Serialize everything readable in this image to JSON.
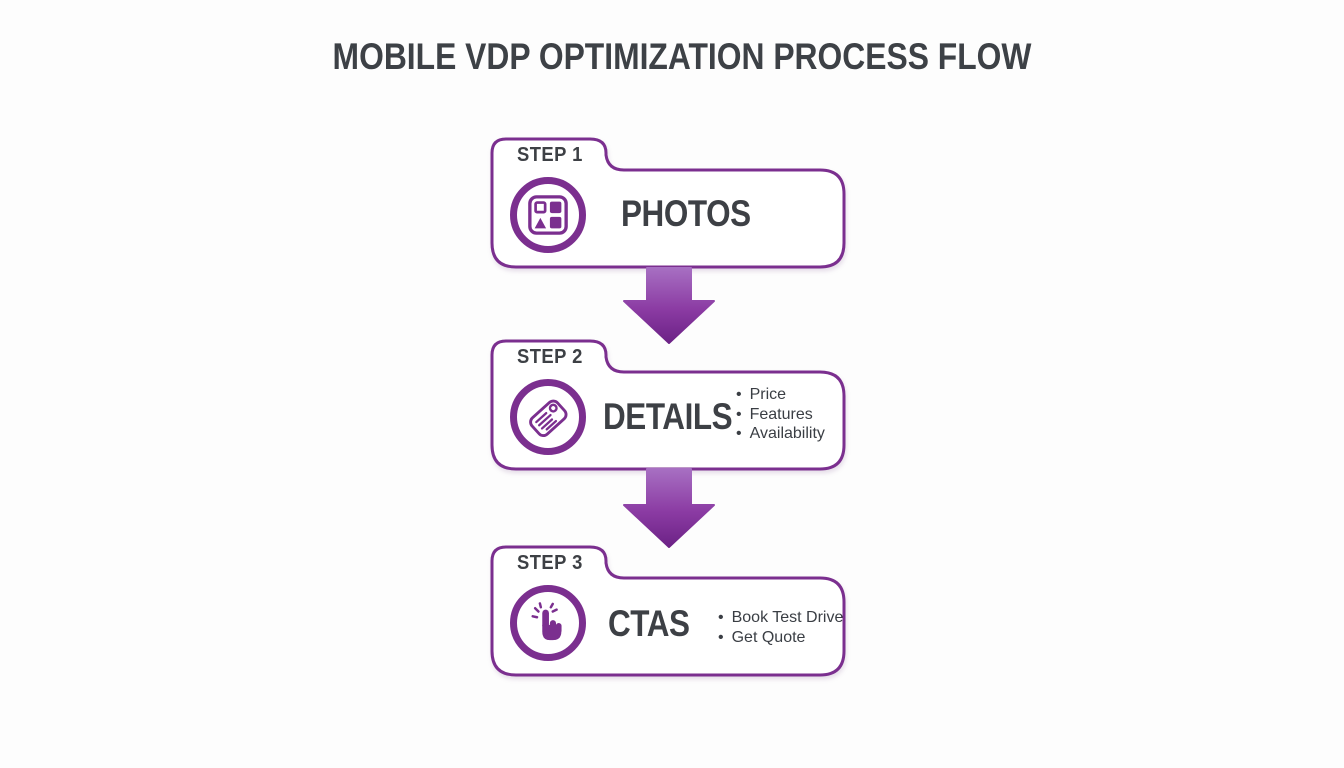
{
  "page": {
    "title": "MOBILE VDP OPTIMIZATION PROCESS FLOW",
    "accent_color": "#7b2f8f",
    "title_color": "#3d4146",
    "text_color": "#3d4045",
    "background_color": "#fdfdfd",
    "arrow_gradient_top": "#a76fc2",
    "arrow_gradient_bottom": "#6c2286"
  },
  "steps": [
    {
      "step_label": "STEP 1",
      "title": "PHOTOS",
      "icon": "photo-gallery-icon",
      "bullets": []
    },
    {
      "step_label": "STEP 2",
      "title": "DETAILS",
      "icon": "price-tag-icon",
      "bullets": [
        "Price",
        "Features",
        "Availability"
      ]
    },
    {
      "step_label": "STEP 3",
      "title": "CTAS",
      "icon": "tap-click-icon",
      "bullets": [
        "Book Test Drive",
        "Get Quote"
      ]
    }
  ],
  "connectors": [
    {
      "icon": "flow-arrow-down-icon"
    },
    {
      "icon": "flow-arrow-down-icon"
    }
  ]
}
